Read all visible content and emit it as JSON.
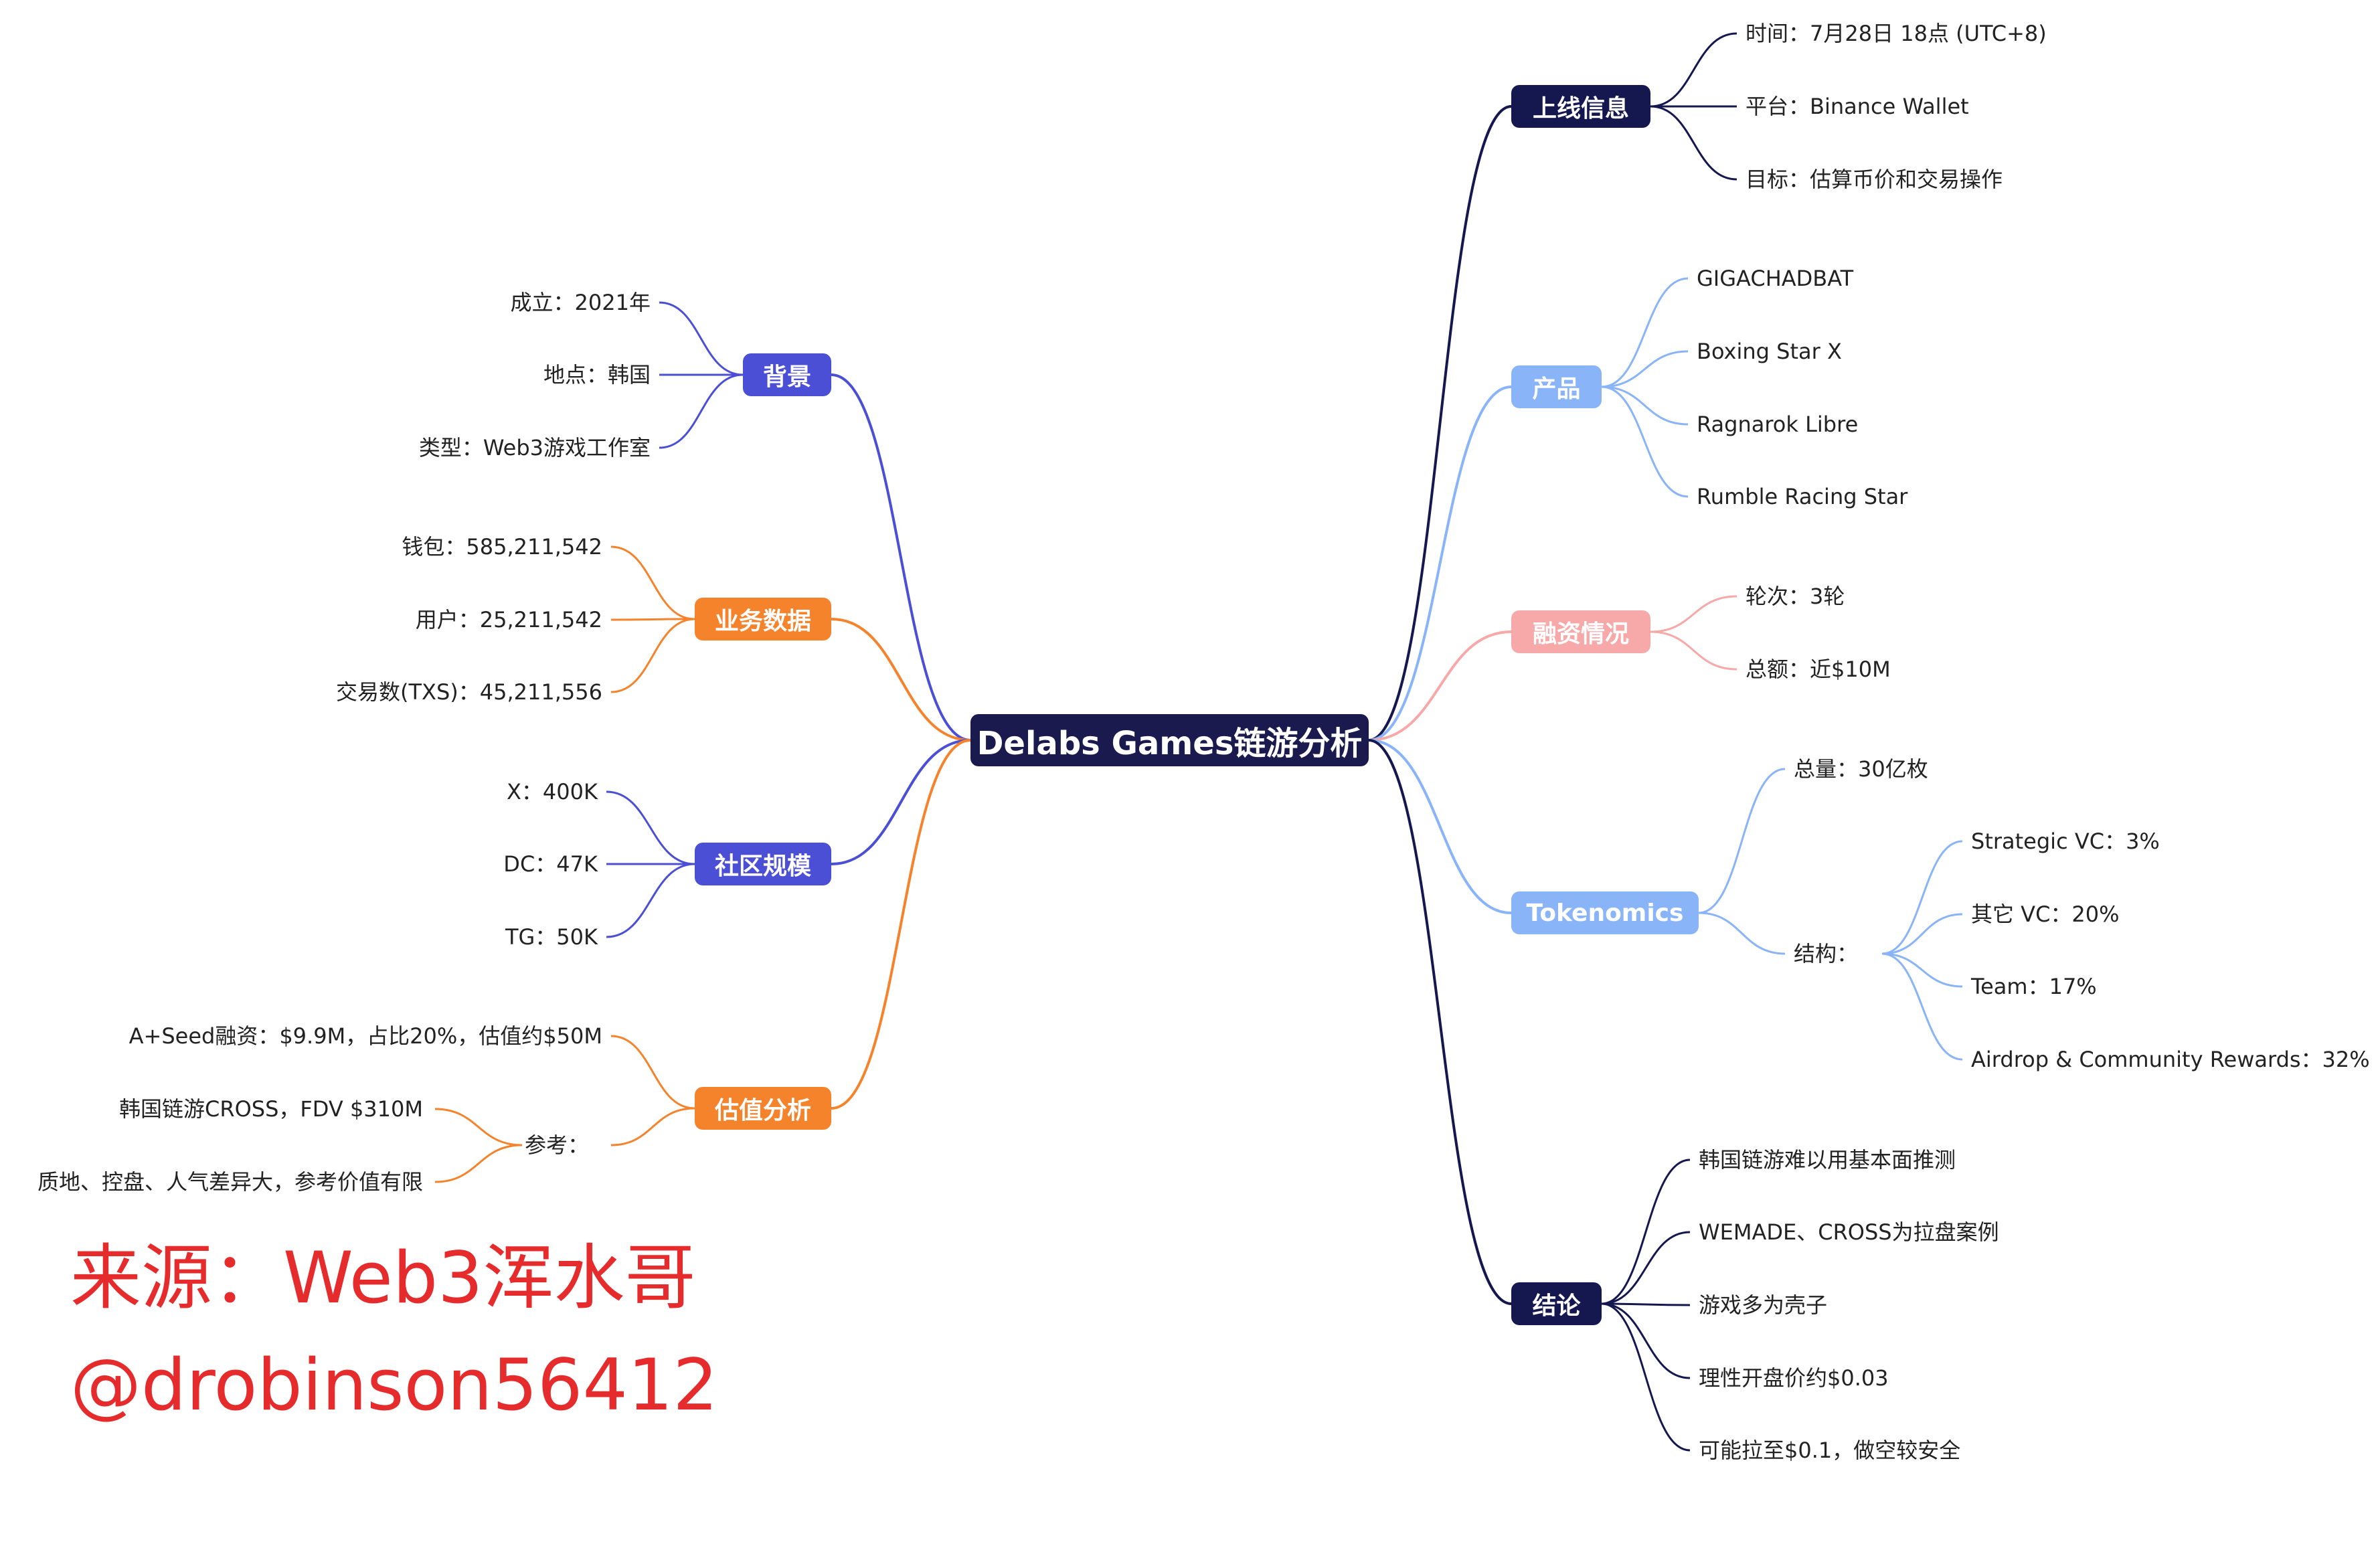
{
  "root": {
    "label": "Delabs Games链游分析",
    "color": "#1a1a4e"
  },
  "branches": [
    {
      "id": "launch",
      "label": "上线信息",
      "color": "#15174f",
      "side": "right",
      "leaves": [
        "时间：7月28日 18点 (UTC+8)",
        "平台：Binance Wallet",
        "目标：估算币价和交易操作"
      ]
    },
    {
      "id": "products",
      "label": "产品",
      "color": "#8ab4f8",
      "side": "right",
      "leaves": [
        "GIGACHADBAT",
        "Boxing Star X",
        "Ragnarok Libre",
        "Rumble Racing Star"
      ]
    },
    {
      "id": "funding",
      "label": "融资情况",
      "color": "#f7a8a8",
      "side": "right",
      "leaves": [
        "轮次：3轮",
        "总额：近$10M"
      ]
    },
    {
      "id": "tokenomics",
      "label": "Tokenomics",
      "color": "#8ab4f8",
      "side": "right",
      "leaves": [
        "总量：30亿枚",
        "结构："
      ],
      "sub": [
        "Strategic VC：3%",
        "其它 VC：20%",
        "Team：17%",
        "Airdrop & Community Rewards：32%"
      ]
    },
    {
      "id": "conclusion",
      "label": "结论",
      "color": "#15174f",
      "side": "right",
      "leaves": [
        "韩国链游难以用基本面推测",
        "WEMADE、CROSS为拉盘案例",
        "游戏多为壳子",
        "理性开盘价约$0.03",
        "可能拉至$0.1，做空较安全"
      ]
    },
    {
      "id": "background",
      "label": "背景",
      "color": "#4b4fd6",
      "side": "left",
      "leaves": [
        "成立：2021年",
        "地点：韩国",
        "类型：Web3游戏工作室"
      ]
    },
    {
      "id": "business",
      "label": "业务数据",
      "color": "#f5832c",
      "side": "left",
      "leaves": [
        "钱包：585,211,542",
        "用户：25,211,542",
        "交易数(TXS)：45,211,556"
      ]
    },
    {
      "id": "community",
      "label": "社区规模",
      "color": "#4b4fd6",
      "side": "left",
      "leaves": [
        "X：400K",
        "DC：47K",
        "TG：50K"
      ]
    },
    {
      "id": "valuation",
      "label": "估值分析",
      "color": "#f5832c",
      "side": "left",
      "leaves": [
        "A+Seed融资：$9.9M，占比20%，估值约$50M",
        "参考："
      ],
      "sub": [
        "韩国链游CROSS，FDV $310M",
        "质地、控盘、人气差异大，参考价值有限"
      ]
    }
  ],
  "watermark": {
    "line1": "来源：Web3浑水哥",
    "line2": "@drobinson56412"
  }
}
